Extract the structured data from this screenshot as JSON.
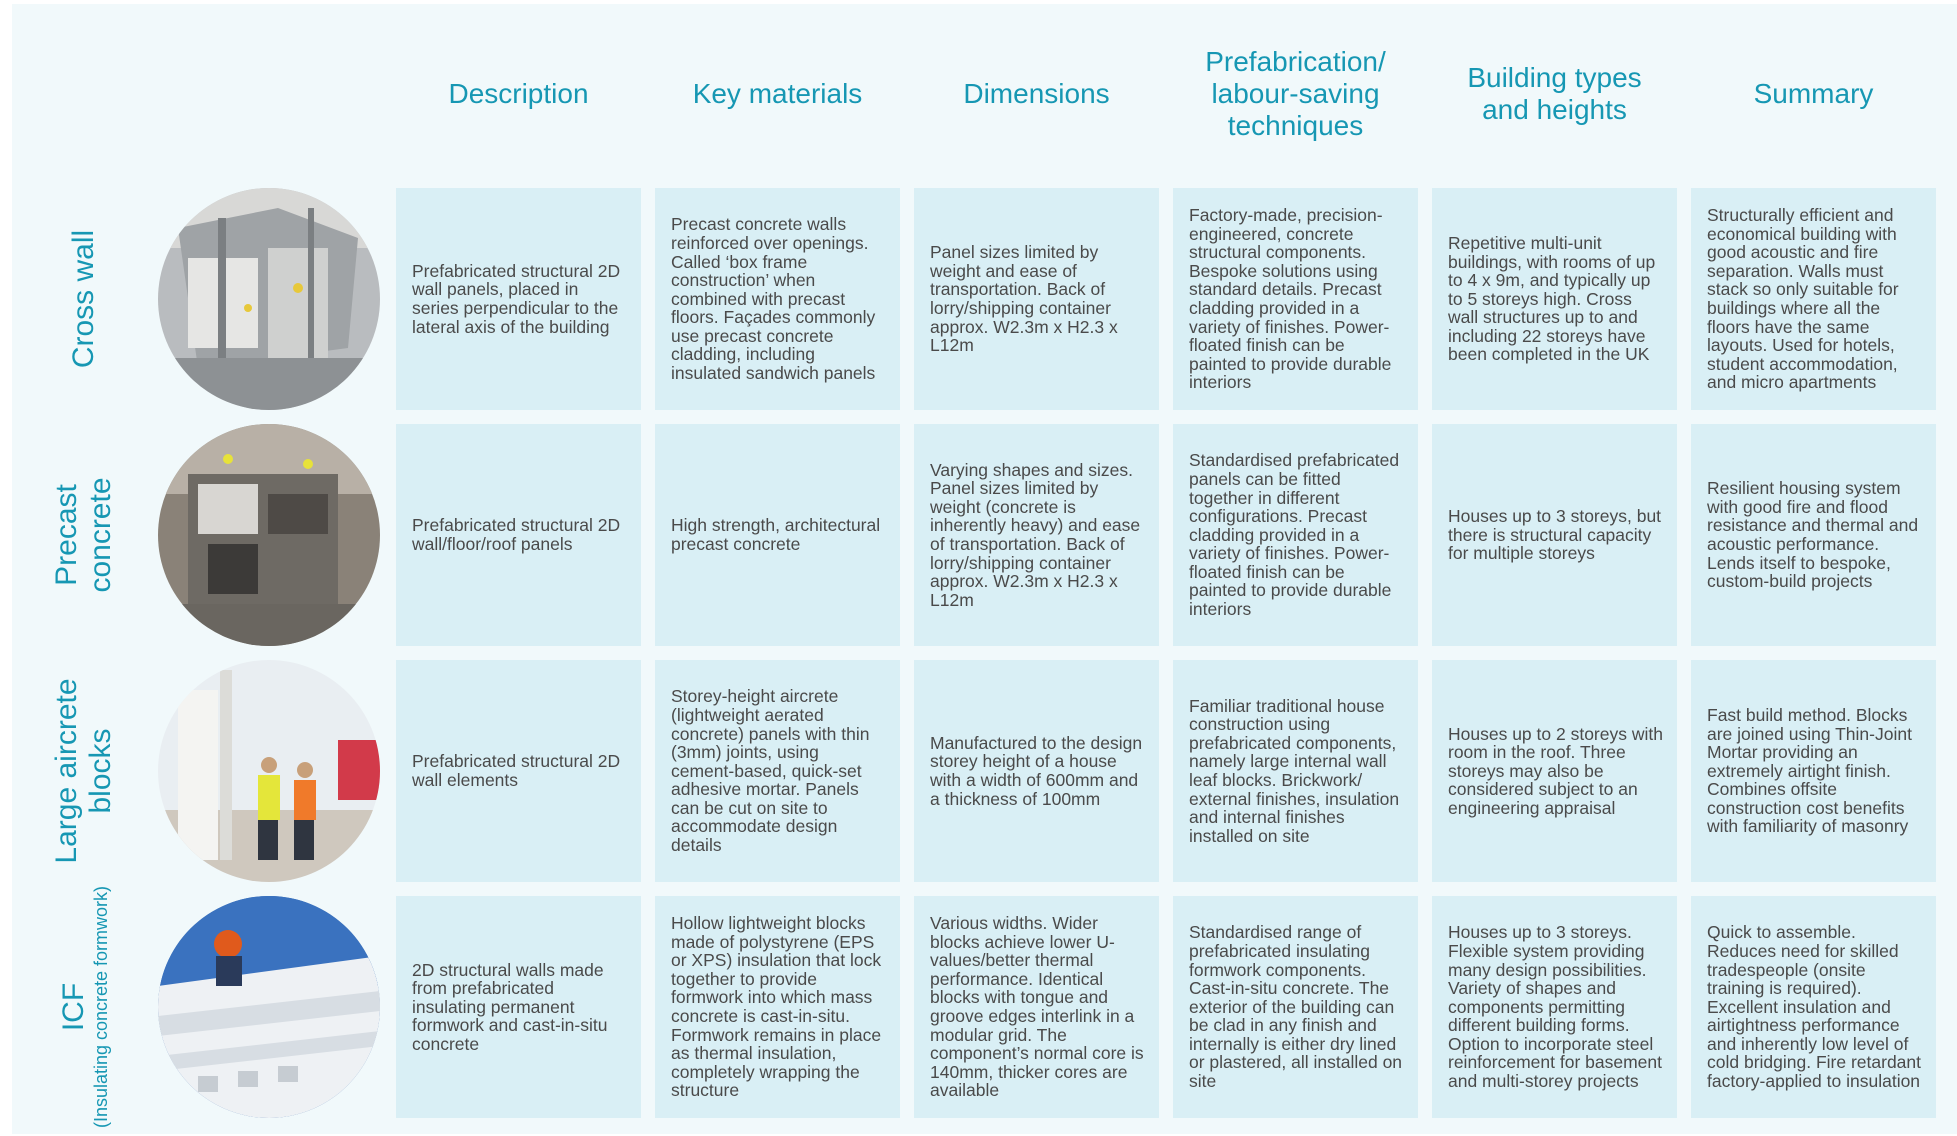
{
  "columns": [
    "Description",
    "Key materials",
    "Dimensions",
    "Prefabrication/ labour-saving techniques",
    "Building types and heights",
    "Summary"
  ],
  "rows": [
    {
      "label": "Cross wall",
      "sublabel": "",
      "photo": "construction-site-photo",
      "cells": [
        "Prefabricated structural 2D wall panels, placed in series perpendicular to the lateral axis of the building",
        "Precast concrete walls reinforced over openings. Called ‘box frame construction’ when combined with precast floors. Façades commonly use precast concrete cladding, including insulated sandwich panels",
        "Panel sizes limited by weight and ease of transportation. Back of lorry/shipping container approx. W2.3m x H2.3 x L12m",
        "Factory-made, precision-engineered, concrete structural components. Bespoke solutions using standard details. Precast cladding provided in a variety of finishes. Power-floated finish can be painted to provide durable interiors",
        "Repetitive multi-unit buildings, with rooms of up to 4 x 9m, and typically up to 5 storeys high. Cross wall structures up to and including 22 storeys have been completed in the UK",
        "Structurally efficient and economical building with good acoustic and fire separation. Walls must stack so only suitable for buildings where all the floors have the same layouts. Used for hotels, student accommodation, and micro apartments"
      ]
    },
    {
      "label": "Precast concrete",
      "sublabel": "",
      "photo": "precast-house-photo",
      "cells": [
        "Prefabricated structural 2D wall/floor/roof panels",
        "High strength, architectural precast concrete",
        "Varying shapes and sizes. Panel sizes limited by weight (concrete is inherently heavy) and ease of transportation. Back of lorry/shipping container approx. W2.3m x H2.3 x L12m",
        "Standardised prefabricated panels can be fitted together in different configurations. Precast cladding provided in a variety of finishes. Power-floated finish can be painted to provide durable interiors",
        "Houses up to 3 storeys, but there is structural capacity for multiple storeys",
        "Resilient housing system with good fire and flood resistance and thermal and acoustic performance. Lends itself to bespoke, custom-build projects"
      ]
    },
    {
      "label": "Large aircrete blocks",
      "sublabel": "",
      "photo": "aircrete-workers-photo",
      "cells": [
        "Prefabricated structural 2D wall elements",
        "Storey-height aircrete (lightweight aerated concrete) panels with thin (3mm) joints, using cement-based, quick-set adhesive mortar. Panels can be cut on site to accommodate design details",
        "Manufactured to the design storey height of a house with a width of 600mm and a thickness of 100mm",
        "Familiar traditional house construction using prefabricated components, namely large internal wall leaf blocks. Brickwork/ external finishes, insulation and internal finishes installed on site",
        "Houses up to 2 storeys with room in the roof. Three storeys may also be considered subject to an engineering appraisal",
        "Fast build method. Blocks are joined using Thin-Joint Mortar providing an extremely airtight finish. Combines offsite construction cost benefits with familiarity of masonry"
      ]
    },
    {
      "label": "ICF",
      "sublabel": "(Insulating concrete formwork)",
      "photo": "icf-blocks-photo",
      "cells": [
        "2D structural walls made from prefabricated insulating permanent formwork and cast-in-situ concrete",
        "Hollow lightweight blocks made of polystyrene (EPS or XPS) insulation that lock together to provide formwork into which mass concrete is cast-in-situ. Formwork remains in place as thermal insulation, completely wrapping the structure",
        "Various widths. Wider blocks achieve lower U-values/better thermal performance. Identical blocks with tongue and groove edges interlink in a modular grid. The component’s normal core is 140mm, thicker cores are available",
        "Standardised range of prefabricated insulating formwork components. Cast-in-situ concrete. The exterior of the building can be clad in any finish and internally is either dry lined or plastered, all installed on site",
        "Houses up to 3 storeys. Flexible system providing many design possibilities. Variety of shapes and components permitting different building forms. Option to incorporate steel reinforcement for basement and multi-storey projects",
        "Quick to assemble. Reduces need for skilled tradespeople (onsite training is required). Excellent insulation and airtightness performance and inherently low level of cold bridging. Fire retardant factory-applied to insulation"
      ]
    }
  ]
}
